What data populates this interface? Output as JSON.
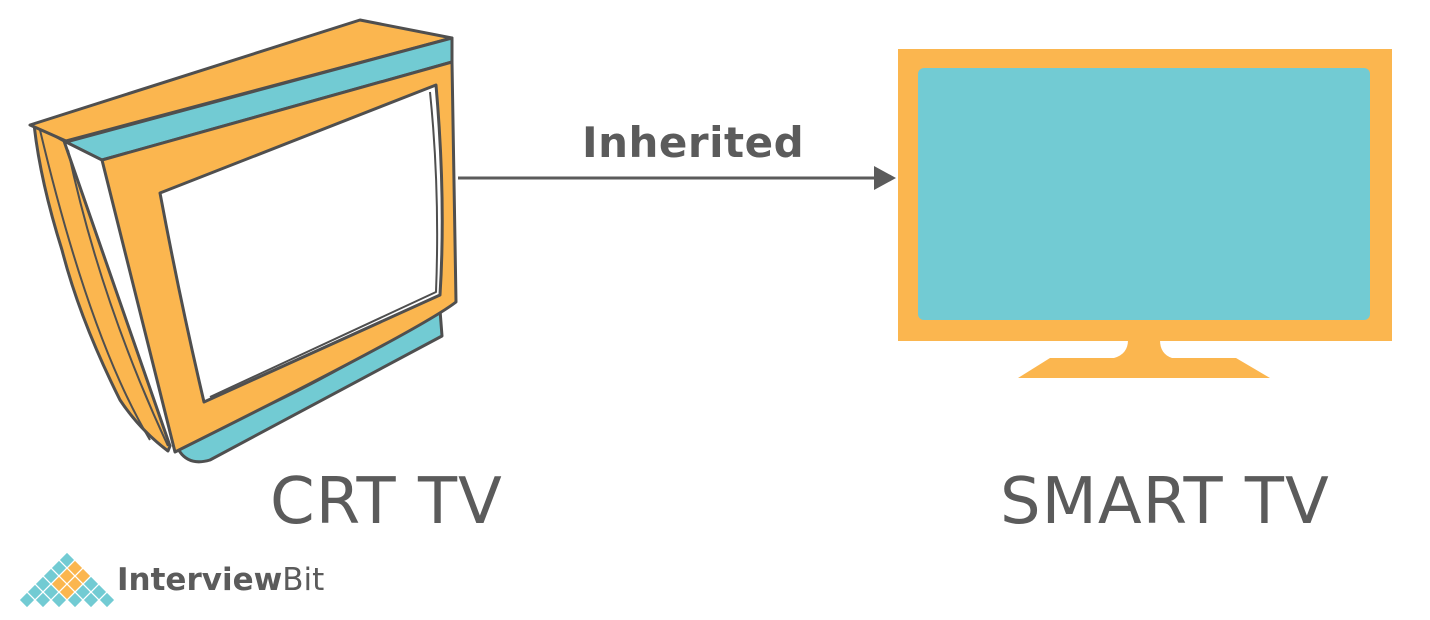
{
  "arrow": {
    "label": "Inherited"
  },
  "left_item": {
    "label": "CRT TV",
    "icon": "crt-tv-icon"
  },
  "right_item": {
    "label": "SMART TV",
    "icon": "smart-tv-icon"
  },
  "logo": {
    "part1": "Interview",
    "part2": "Bit"
  },
  "colors": {
    "orange": "#fbb64f",
    "teal": "#72cbd3",
    "outline": "#4f4f4f",
    "text": "#5b5b5b"
  }
}
